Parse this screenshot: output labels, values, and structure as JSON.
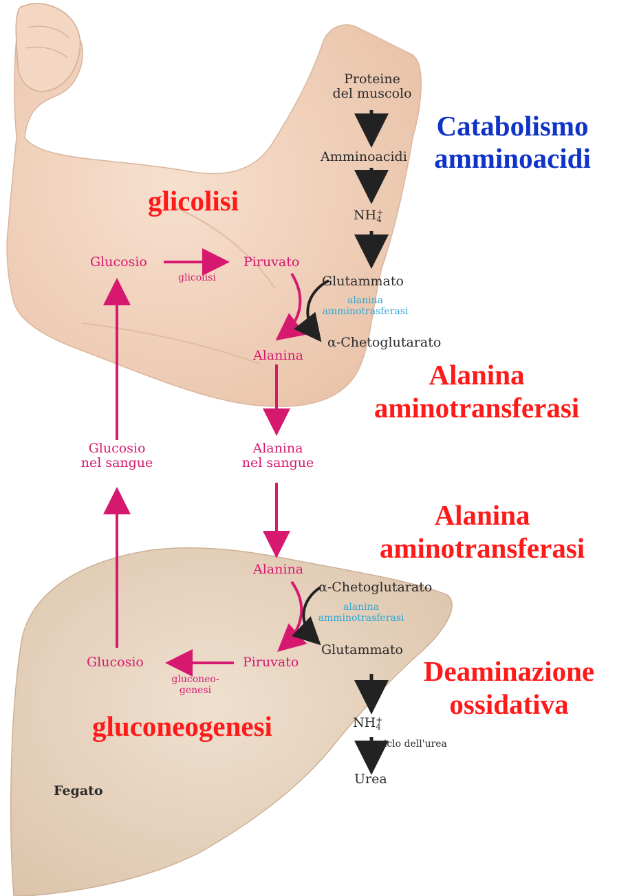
{
  "muscle": {
    "proteins": "Proteine\ndel muscolo",
    "amino_acids": "Amminoacidi",
    "ammonium_base": "NH",
    "ammonium_sub": "4",
    "ammonium_sup": "+",
    "glutamate": "Glutammato",
    "enzyme": "alanina\namminotrasferasi",
    "alpha_ketoglutarate": "α-Chetoglutarato",
    "glucose": "Glucosio",
    "glycolysis_small": "glicolisi",
    "pyruvate": "Piruvato",
    "alanine": "Alanina"
  },
  "blood": {
    "glucose": "Glucosio\nnel sangue",
    "alanine": "Alanina\nnel sangue"
  },
  "liver": {
    "label": "Fegato",
    "alanine": "Alanina",
    "alpha_ketoglutarate": "α-Chetoglutarato",
    "enzyme": "alanina\namminotrasferasi",
    "glutamate": "Glutammato",
    "pyruvate": "Piruvato",
    "glucose": "Glucosio",
    "gluconeogenesis_small": "gluconeo-\ngenesi",
    "ammonium_base": "NH",
    "ammonium_sub": "4",
    "ammonium_sup": "+",
    "urea_cycle": "ciclo dell'urea",
    "urea": "Urea"
  },
  "annotations": {
    "amino_acid_catabolism": "Catabolismo\namminoacidi",
    "glycolysis": "glicolisi",
    "alanine_aminotransferase_1": "Alanina\naminotransferasi",
    "alanine_aminotransferase_2": "Alanina\naminotransferasi",
    "oxidative_deamination": "Deaminazione\nossidativa",
    "gluconeogenesis": "gluconeogenesi"
  },
  "colors": {
    "pathway_pink": "#d6196f",
    "enzyme_cyan": "#2fa6d8",
    "annotation_red": "#ff1a1a",
    "annotation_blue": "#1034c8",
    "skin": "#f2d2bd",
    "liver": "#e9d6c2"
  }
}
